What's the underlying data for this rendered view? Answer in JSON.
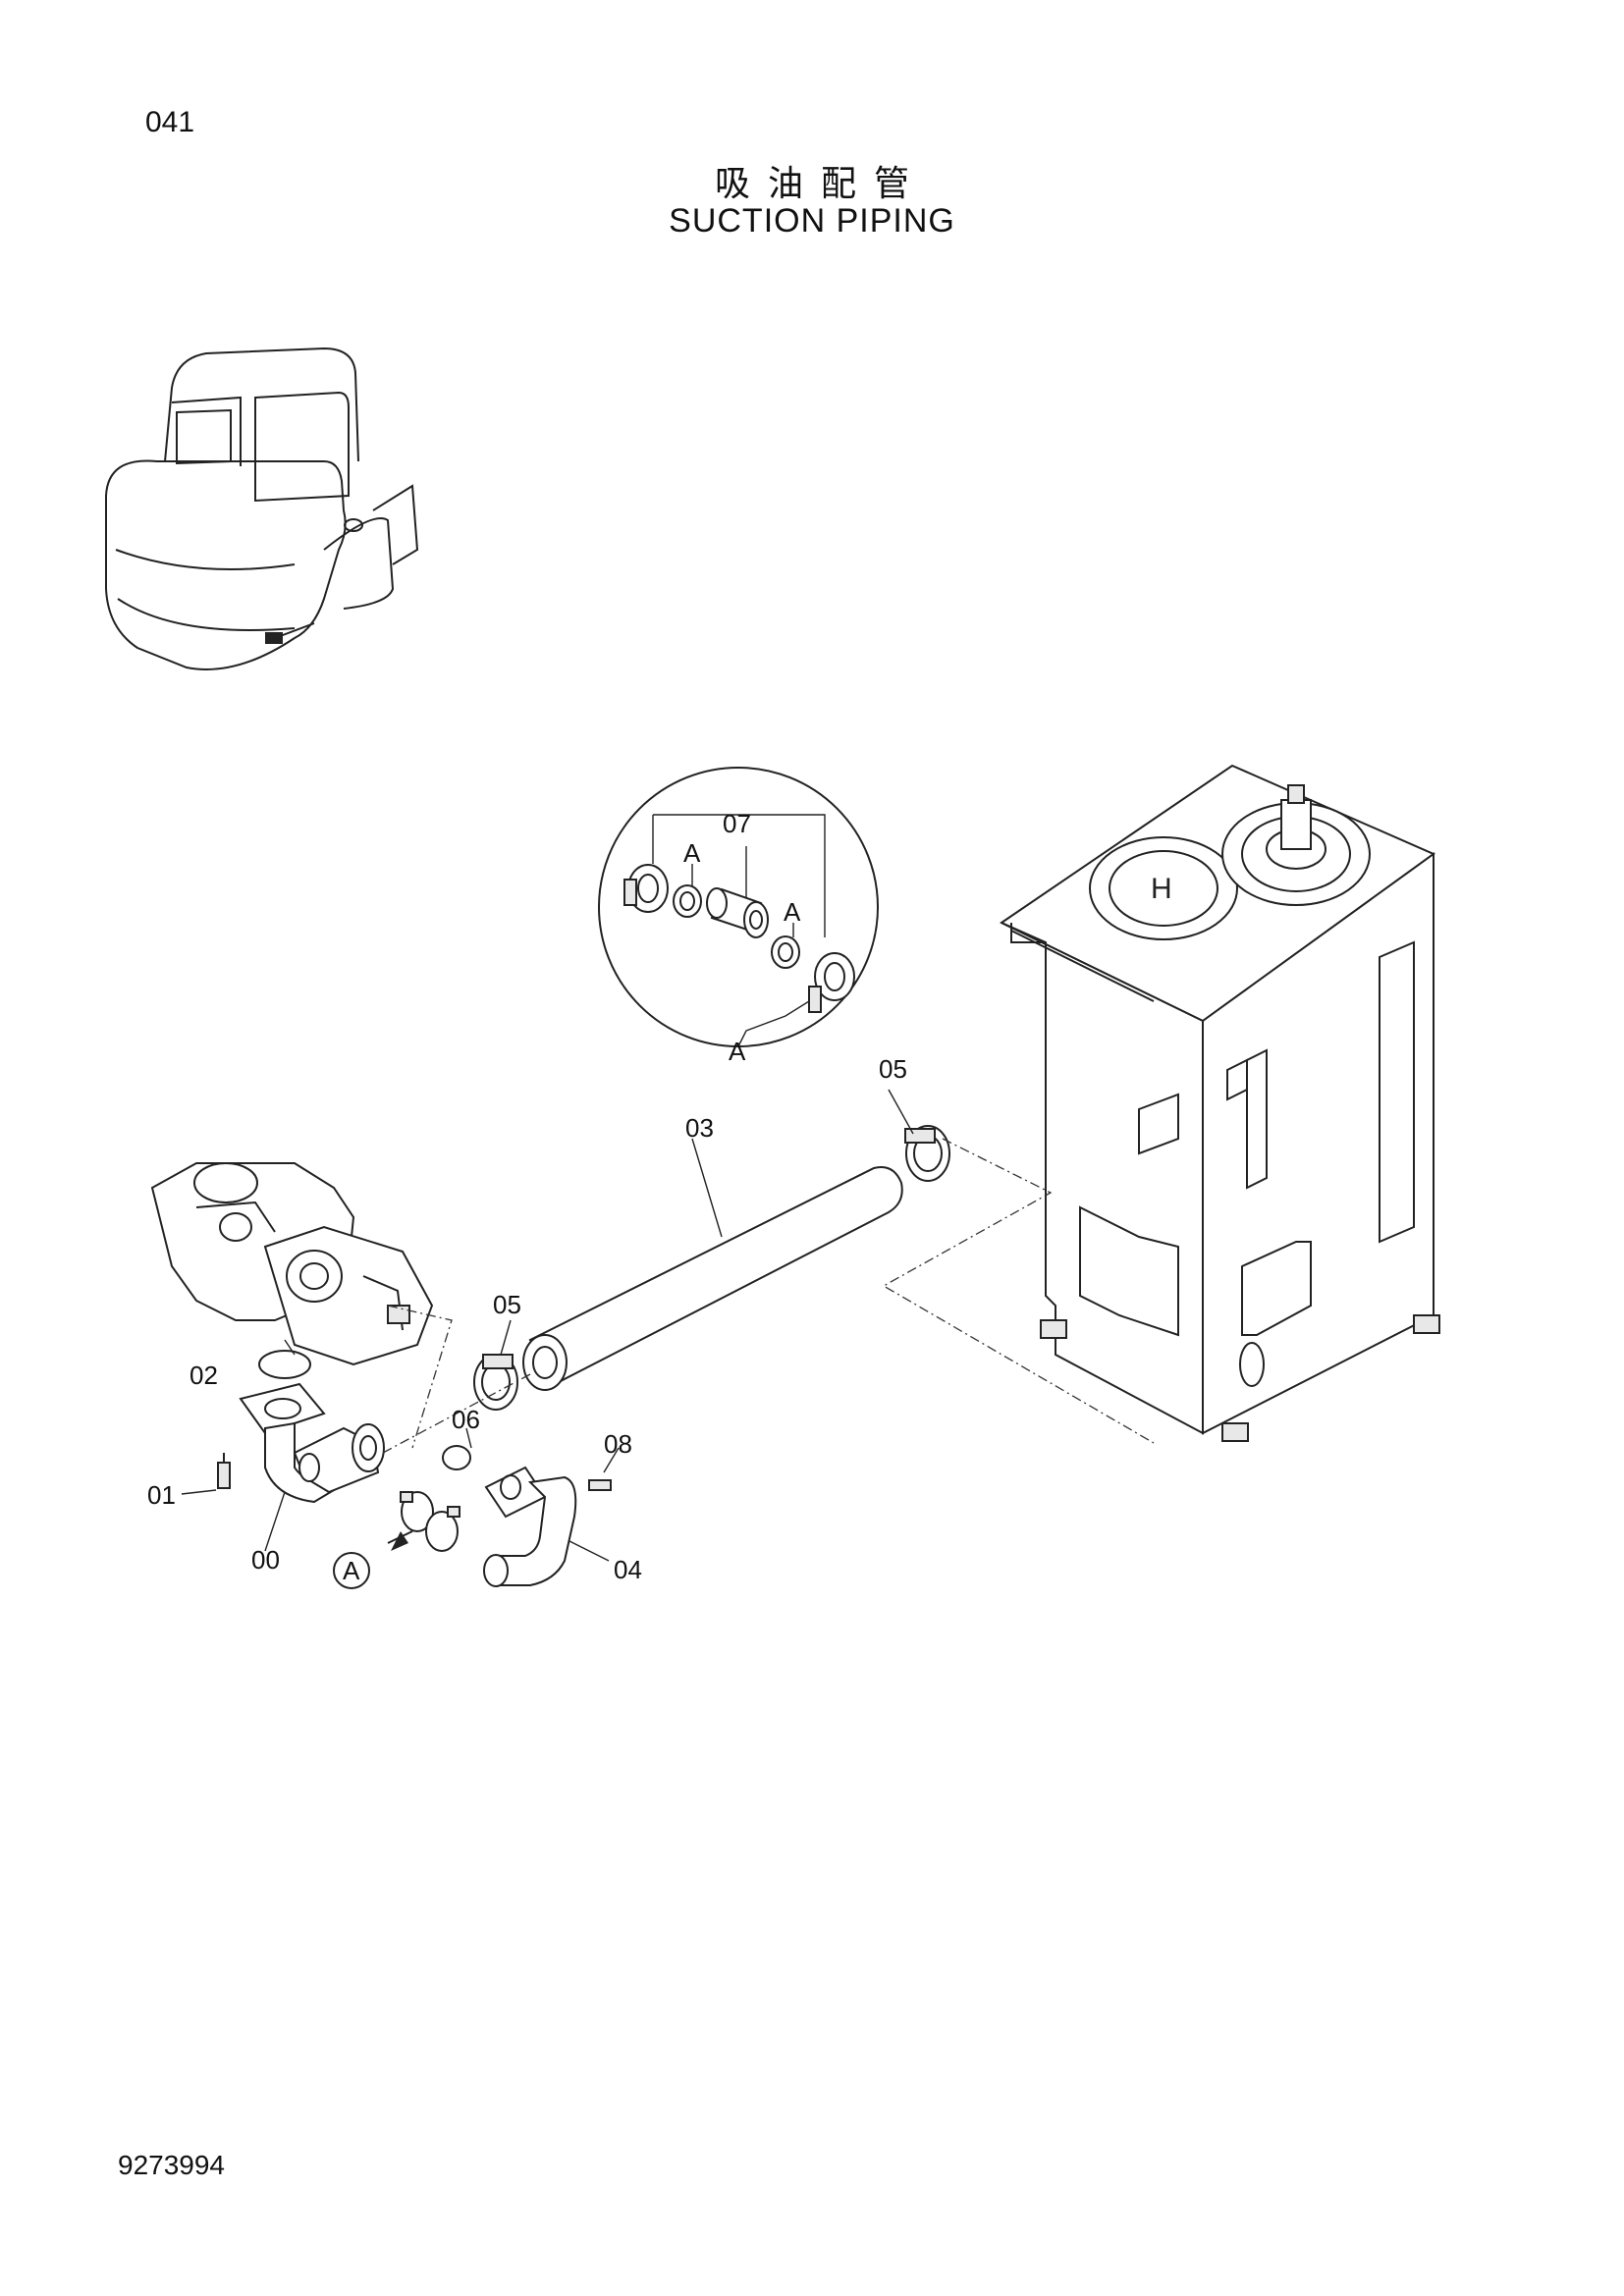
{
  "header": {
    "page_number": "041",
    "title_cn": "吸油配管",
    "title_en": "SUCTION PIPING"
  },
  "footer": {
    "document_id": "9273994"
  },
  "callouts": {
    "c00": "00",
    "c01": "01",
    "c02": "02",
    "c03": "03",
    "c04": "04",
    "c05a": "05",
    "c05b": "05",
    "c06": "06",
    "c07": "07",
    "c08": "08",
    "detail_a_circle": "A",
    "detail_a_label": "A",
    "detail_a_left": "A",
    "detail_a_right": "A"
  }
}
